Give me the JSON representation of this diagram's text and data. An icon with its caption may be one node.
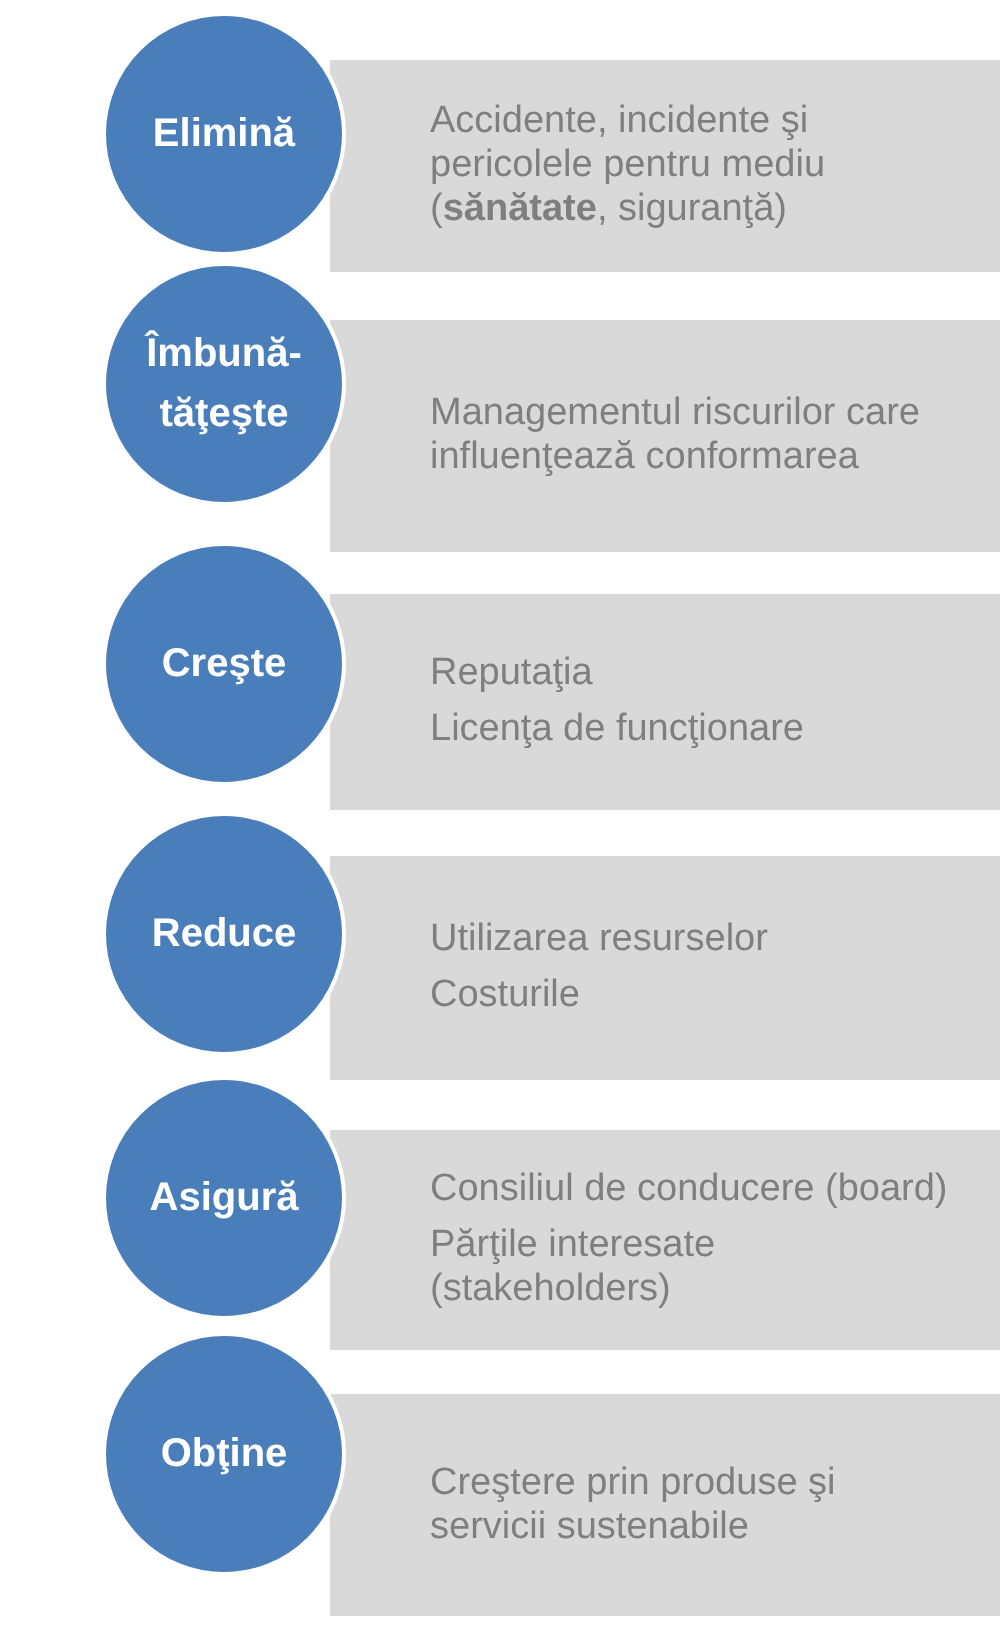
{
  "diagram": {
    "nodes": [
      {
        "text": [
          "Elimină"
        ]
      },
      {
        "text": [
          "Accidente, incidente şi pericolele pentru mediu (**sănătate**, siguranţă)"
        ]
      },
      {
        "text": [
          "Îmbună-tăţeşte"
        ]
      },
      {
        "text": [
          "Managementul riscurilor care influenţează conformarea"
        ]
      },
      {
        "text": [
          "Creşte"
        ]
      },
      {
        "text": [
          "Reputaţia",
          "Licenţa de funcţionare"
        ]
      },
      {
        "text": [
          "Reduce"
        ]
      },
      {
        "text": [
          "Utilizarea resurselor",
          "Costurile"
        ]
      },
      {
        "text": [
          "Asigură"
        ]
      },
      {
        "text": [
          "Consiliul de conducere (board)",
          "Părţile interesate (stakeholders)"
        ]
      },
      {
        "text": [
          "Obţine"
        ]
      },
      {
        "text": [
          "Creştere prin produse şi servicii sustenabile"
        ]
      }
    ]
  }
}
